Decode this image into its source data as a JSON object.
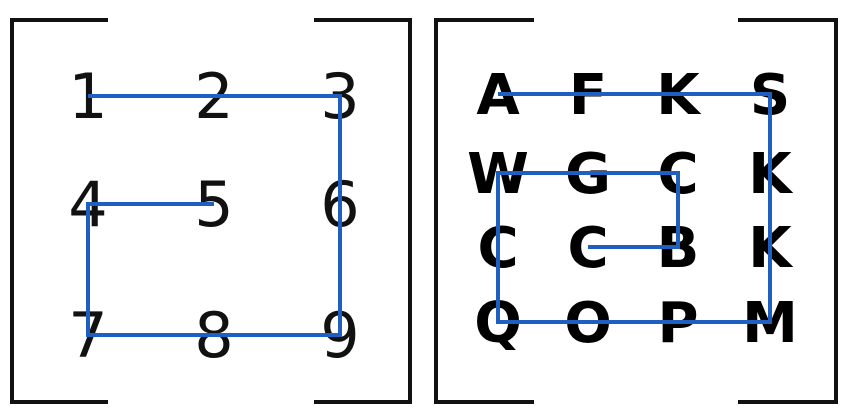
{
  "left_matrix": {
    "cells": [
      [
        "1",
        "2",
        "3"
      ],
      [
        "4",
        "5",
        "6"
      ],
      [
        "7",
        "8",
        "9"
      ]
    ],
    "spiral_path": [
      [
        0,
        0
      ],
      [
        0,
        2
      ],
      [
        2,
        2
      ],
      [
        2,
        0
      ],
      [
        1,
        0
      ],
      [
        1,
        1
      ]
    ]
  },
  "right_matrix": {
    "cells": [
      [
        "A",
        "F",
        "K",
        "S"
      ],
      [
        "W",
        "G",
        "C",
        "K"
      ],
      [
        "C",
        "C",
        "B",
        "K"
      ],
      [
        "Q",
        "O",
        "P",
        "M"
      ]
    ],
    "spiral_path": [
      [
        0,
        0
      ],
      [
        0,
        3
      ],
      [
        3,
        3
      ],
      [
        3,
        0
      ],
      [
        1,
        0
      ],
      [
        1,
        2
      ],
      [
        2,
        2
      ],
      [
        2,
        1
      ]
    ]
  },
  "colors": {
    "bracket": "#111111",
    "path": "#1f5fbf",
    "text": "#000000"
  }
}
